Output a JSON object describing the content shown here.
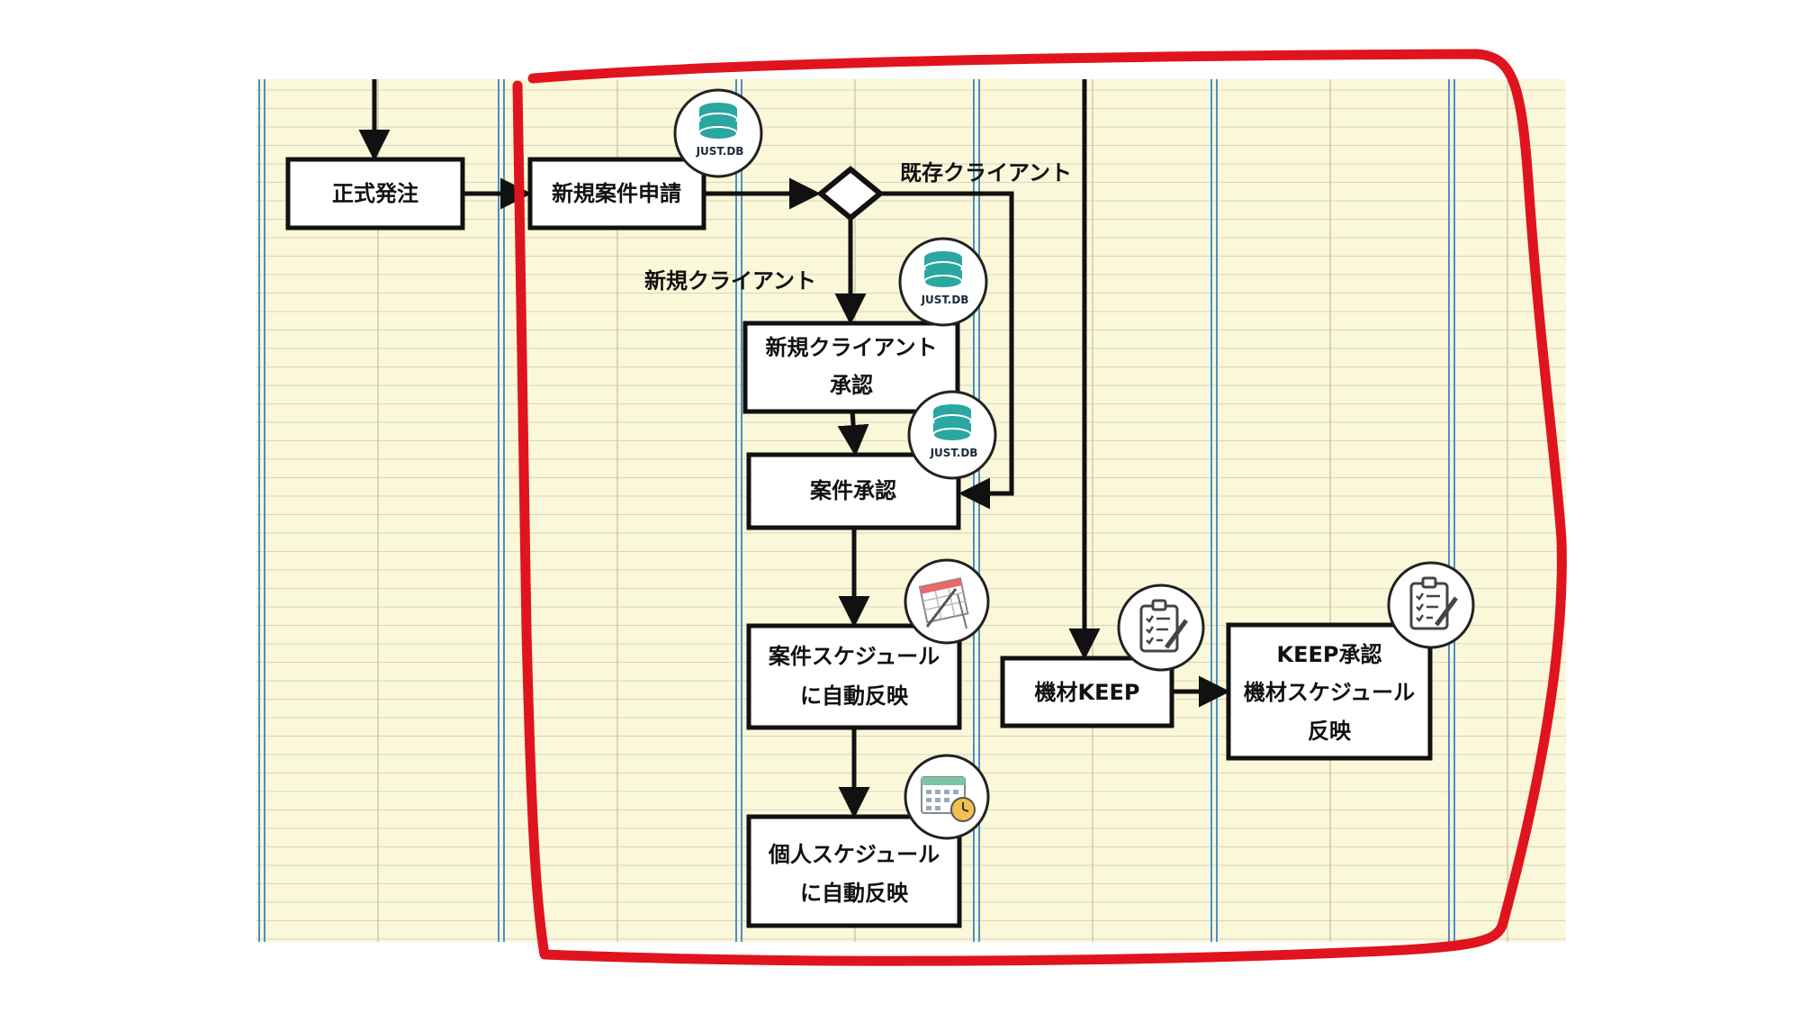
{
  "diagram": {
    "nodes": {
      "formal_order": "正式発注",
      "new_project_request": "新規案件申請",
      "new_client_approval": [
        "新規クライアント",
        "承認"
      ],
      "project_approval": "案件承認",
      "project_schedule": [
        "案件スケジュール",
        "に自動反映"
      ],
      "personal_schedule": [
        "個人スケジュール",
        "に自動反映"
      ],
      "equipment_keep": "機材KEEP",
      "keep_approval": [
        "KEEP承認",
        "機材スケジュール",
        "反映"
      ]
    },
    "edge_labels": {
      "existing_client": "既存クライアント",
      "new_client": "新規クライアント"
    },
    "icon_labels": {
      "justdb": "JUST.DB"
    },
    "icons": {
      "justdb": "database-icon",
      "calendar_pen": "calendar-pen-icon",
      "calendar_clock": "calendar-clock-icon",
      "clipboard": "clipboard-checklist-icon"
    },
    "colors": {
      "grid_bg": "#fbf8d9",
      "highlight": "#e0141e",
      "db_teal": "#2aa7a0"
    }
  }
}
